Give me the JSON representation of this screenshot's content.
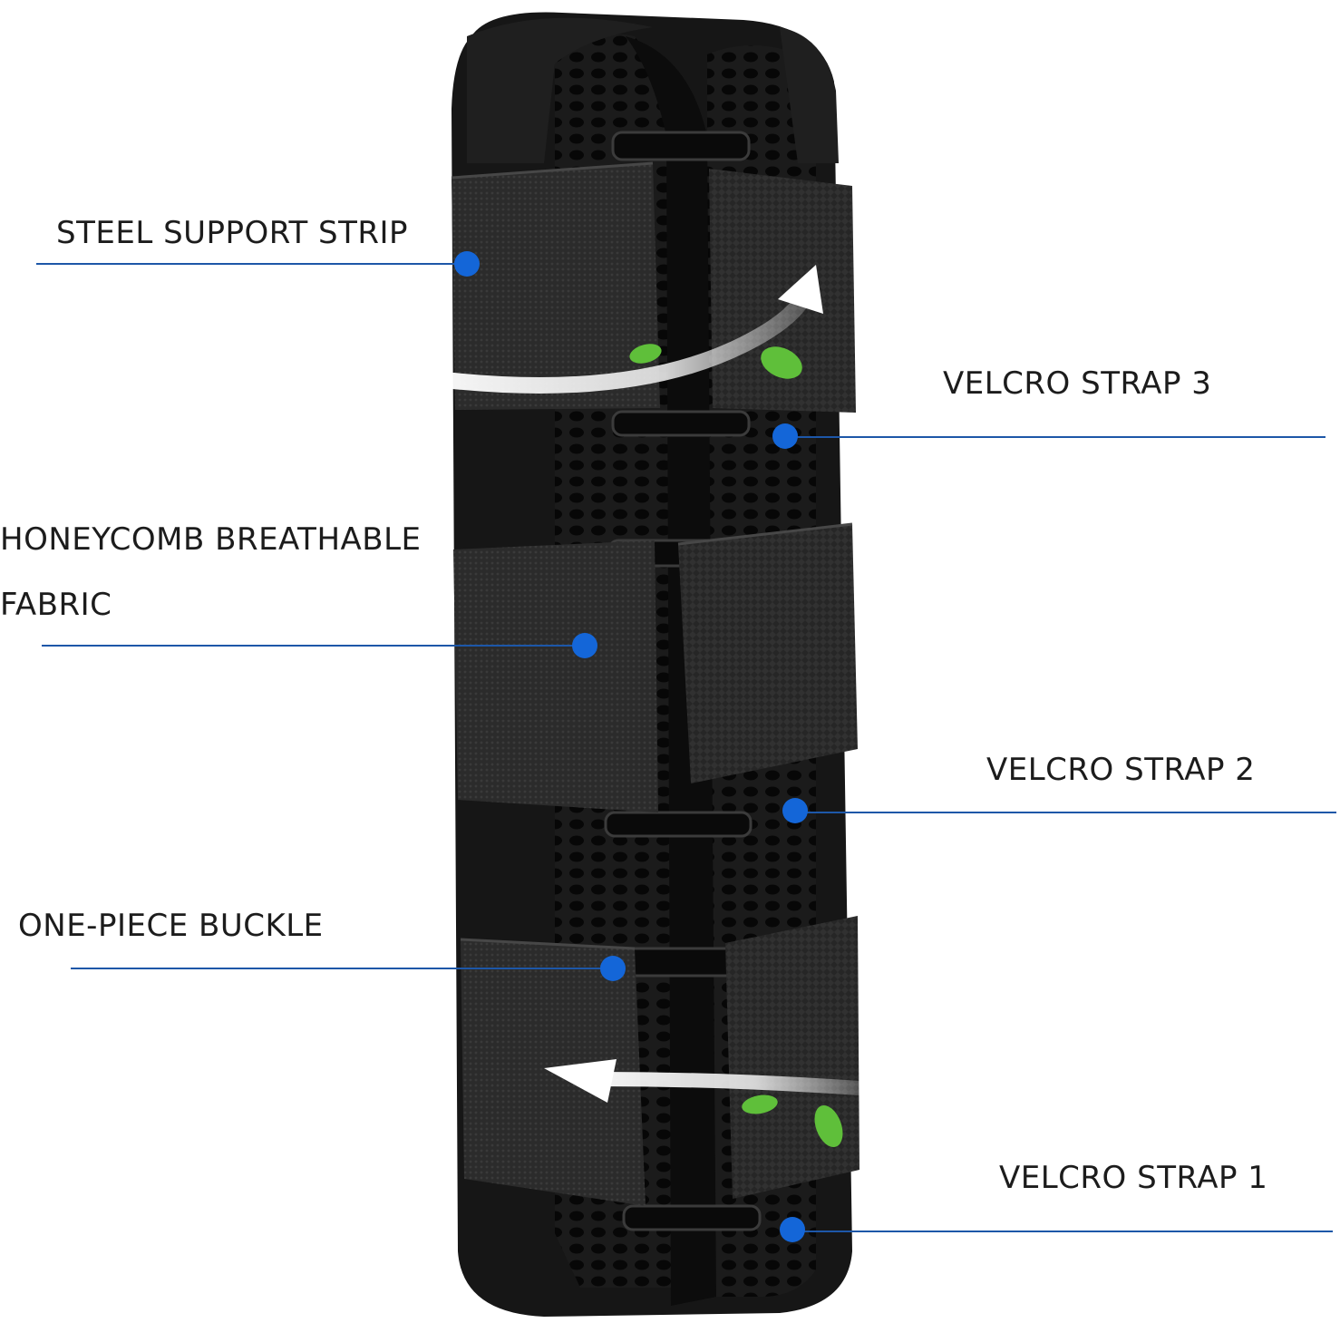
{
  "callouts": {
    "steel_support_strip": "STEEL SUPPORT STRIP",
    "velcro_strap_3": "VELCRO STRAP 3",
    "honeycomb_line1": "HONEYCOMB BREATHABLE",
    "honeycomb_line2": "FABRIC",
    "velcro_strap_2": "VELCRO STRAP 2",
    "one_piece_buckle": "ONE-PIECE BUCKLE",
    "velcro_strap_1": "VELCRO STRAP 1"
  },
  "colors": {
    "callout_line": "#1d57a8",
    "callout_dot": "#1466d8",
    "brace_body": "#161616",
    "strap": "#2a2a2a",
    "mesh": "#0d0d0d",
    "leaf": "#5fbf3a",
    "airflow": "#f2f2f2"
  },
  "icons": [
    "leaf-icon",
    "airflow-arrow-icon"
  ]
}
